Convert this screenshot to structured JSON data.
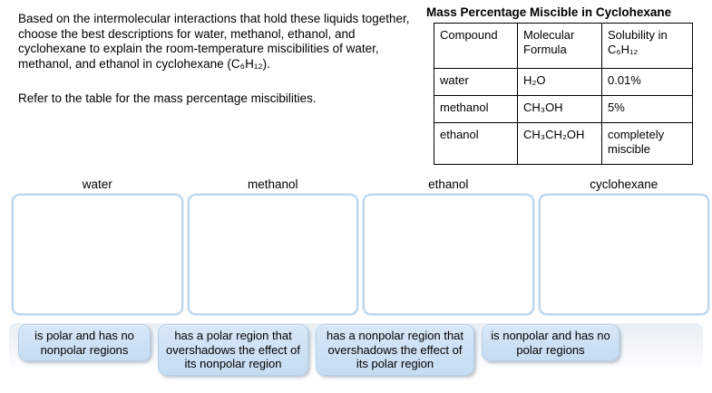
{
  "question": {
    "paragraph1": "Based on the intermolecular interactions that hold these liquids together, choose the best descriptions for water, methanol, ethanol, and cyclohexane to explain the room-temperature miscibilities of water, methanol, and ethanol in cyclohexane (C₆H₁₂).",
    "paragraph2": "Refer to the table for the mass percentage miscibilities."
  },
  "table": {
    "title": "Mass Percentage Miscible in Cyclohexane",
    "headers": [
      "Compound",
      "Molecular Formula",
      "Solubility in C₆H₁₂"
    ],
    "rows": [
      {
        "compound": "water",
        "formula": "H₂O",
        "solubility": "0.01%"
      },
      {
        "compound": "methanol",
        "formula": "CH₃OH",
        "solubility": "5%"
      },
      {
        "compound": "ethanol",
        "formula": "CH₃CH₂OH",
        "solubility": "completely miscible"
      }
    ]
  },
  "drop_zones": [
    {
      "label": "water"
    },
    {
      "label": "methanol"
    },
    {
      "label": "ethanol"
    },
    {
      "label": "cyclohexane"
    }
  ],
  "answer_options": [
    {
      "label": "is polar and has no nonpolar regions"
    },
    {
      "label": "has a polar region that overshadows the effect of its nonpolar region"
    },
    {
      "label": "has a nonpolar region that overshadows the effect of its polar region"
    },
    {
      "label": "is nonpolar and has no polar regions"
    }
  ],
  "colors": {
    "drop_zone_border": "#b9d5ee",
    "chip_fill": "#c9def2",
    "chip_border": "#b3cfe9",
    "bank_background_top": "#e9eff6",
    "table_border": "#000000",
    "text": "#000000"
  }
}
